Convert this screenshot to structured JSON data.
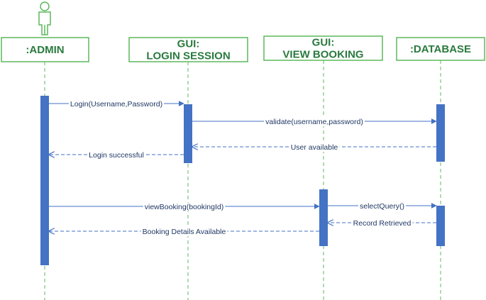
{
  "colors": {
    "box_border": "#5cb85c",
    "box_fill": "#ffffff",
    "box_text": "#2a7a3e",
    "lifeline": "#5cb85c",
    "activation": "#4472c4",
    "arrow": "#4472c4",
    "message_text": "#1f3864",
    "label_bg": "#ffffff"
  },
  "actor": {
    "icon": "stick-figure-icon"
  },
  "participants": [
    {
      "id": "admin",
      "lines": [
        ":ADMIN"
      ]
    },
    {
      "id": "login",
      "lines": [
        "GUI:",
        "LOGIN SESSION"
      ]
    },
    {
      "id": "booking",
      "lines": [
        "GUI:",
        "VIEW BOOKING"
      ]
    },
    {
      "id": "database",
      "lines": [
        ":DATABASE"
      ]
    }
  ],
  "messages": [
    {
      "from": "admin",
      "to": "login",
      "label": "Login(Username,Password)",
      "kind": "sync"
    },
    {
      "from": "login",
      "to": "database",
      "label": "validate(username,password)",
      "kind": "sync"
    },
    {
      "from": "database",
      "to": "login",
      "label": "User available",
      "kind": "return"
    },
    {
      "from": "login",
      "to": "admin",
      "label": "Login successful",
      "kind": "return"
    },
    {
      "from": "admin",
      "to": "booking",
      "label": "viewBooking(bookingId)",
      "kind": "sync"
    },
    {
      "from": "booking",
      "to": "database",
      "label": "selectQuery()",
      "kind": "sync"
    },
    {
      "from": "database",
      "to": "booking",
      "label": "Record Retrieved",
      "kind": "return"
    },
    {
      "from": "booking",
      "to": "admin",
      "label": "Booking Details Available",
      "kind": "return"
    }
  ]
}
